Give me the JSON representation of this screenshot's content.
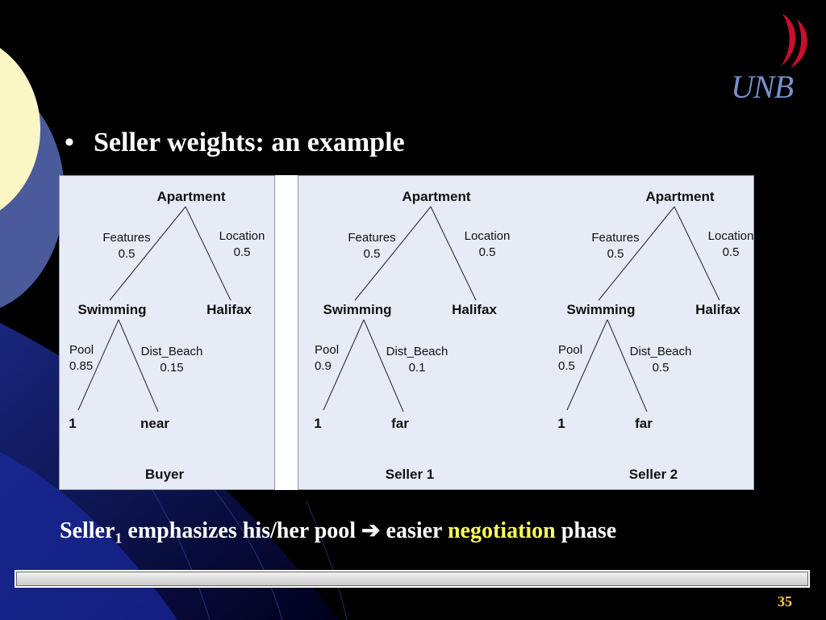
{
  "logo": {
    "text": "UNB",
    "colors": {
      "primary": "#c8102e",
      "text": "#7a8fcf"
    }
  },
  "slide": {
    "bullet": "•",
    "heading": "Seller weights: an example",
    "caption": {
      "seller": "Seller",
      "subscript": "1",
      "text_before_arrow": "emphasizes his/her pool",
      "arrow": "➔",
      "text_after_arrow": "easier",
      "highlight": "negotiation",
      "text_end": "phase",
      "highlight_color": "#ffff55"
    },
    "page_number": "35"
  },
  "trees": [
    {
      "label": "Buyer",
      "root": "Apartment",
      "children": [
        "Swimming",
        "Halifax"
      ],
      "edges_top": [
        {
          "name": "Features",
          "weight": "0.5"
        },
        {
          "name": "Location",
          "weight": "0.5"
        }
      ],
      "edges_bottom": [
        {
          "name": "Pool",
          "weight": "0.85"
        },
        {
          "name": "Dist_Beach",
          "weight": "0.15"
        }
      ],
      "leaves": [
        "1",
        "near"
      ]
    },
    {
      "label": "Seller 1",
      "root": "Apartment",
      "children": [
        "Swimming",
        "Halifax"
      ],
      "edges_top": [
        {
          "name": "Features",
          "weight": "0.5"
        },
        {
          "name": "Location",
          "weight": "0.5"
        }
      ],
      "edges_bottom": [
        {
          "name": "Pool",
          "weight": "0.9"
        },
        {
          "name": "Dist_Beach",
          "weight": "0.1"
        }
      ],
      "leaves": [
        "1",
        "far"
      ]
    },
    {
      "label": "Seller 2",
      "root": "Apartment",
      "children": [
        "Swimming",
        "Halifax"
      ],
      "edges_top": [
        {
          "name": "Features",
          "weight": "0.5"
        },
        {
          "name": "Location",
          "weight": "0.5"
        }
      ],
      "edges_bottom": [
        {
          "name": "Pool",
          "weight": "0.5"
        },
        {
          "name": "Dist_Beach",
          "weight": "0.5"
        }
      ],
      "leaves": [
        "1",
        "far"
      ]
    }
  ]
}
